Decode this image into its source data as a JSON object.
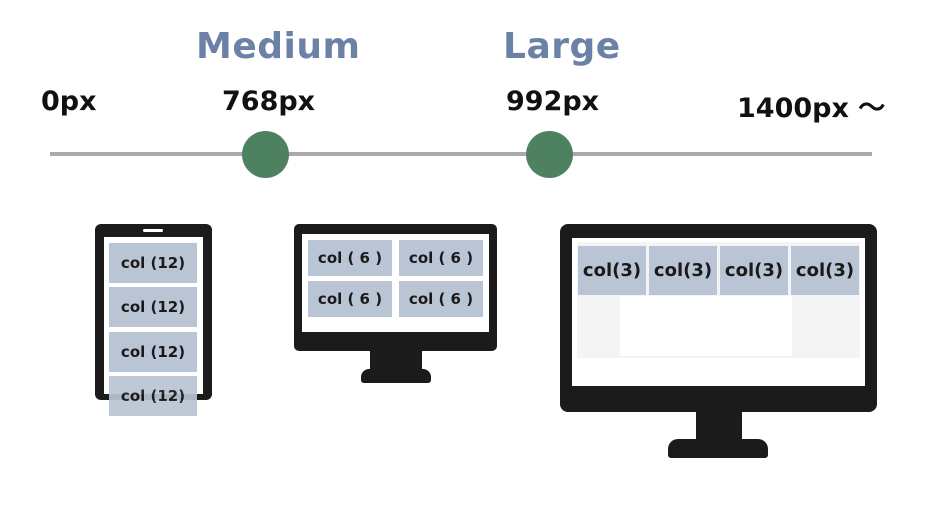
{
  "breakpoints": {
    "medium_label": "Medium",
    "large_label": "Large",
    "px_0": "0px",
    "px_768": "768px",
    "px_992": "992px",
    "px_1400": "1400px ～"
  },
  "phone": {
    "cells": [
      "col (12)",
      "col (12)",
      "col (12)",
      "col (12)"
    ]
  },
  "tablet": {
    "cells": [
      "col ( 6 )",
      "col ( 6 )",
      "col ( 6 )",
      "col ( 6 )"
    ]
  },
  "desktop": {
    "cells": [
      "col(3)",
      "col(3)",
      "col(3)",
      "col(3)"
    ]
  },
  "colors": {
    "accent_text": "#6b82a6",
    "marker": "#4e8160",
    "cell": "#b9c4d4",
    "device": "#1b1b1b"
  }
}
